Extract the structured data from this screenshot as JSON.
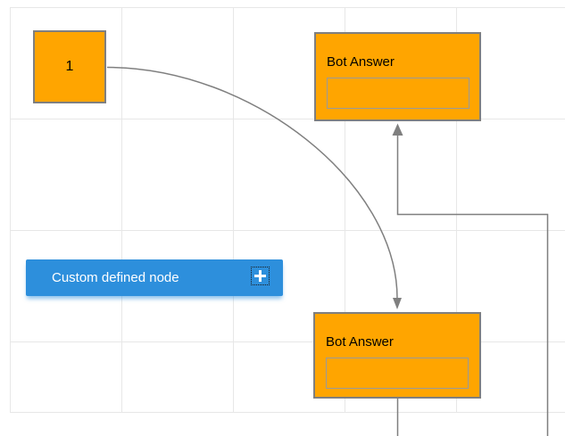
{
  "colors": {
    "canvas_bg": "#ffffff",
    "grid_color": "#e7e7e7",
    "connector_color": "#7f7f7f",
    "node_fill": "#ffa500",
    "node_border": "#7f7f7f",
    "inner_border": "#9a9a9a",
    "node_text": "#000000",
    "custom_fill": "#2d8fdc",
    "custom_text": "#ffffff"
  },
  "nodes": {
    "start": {
      "label": "1"
    },
    "bot_answer_top": {
      "title": "Bot Answer"
    },
    "bot_answer_bottom": {
      "title": "Bot Answer"
    },
    "custom": {
      "label": "Custom defined node",
      "add_button_icon": "plus"
    }
  }
}
